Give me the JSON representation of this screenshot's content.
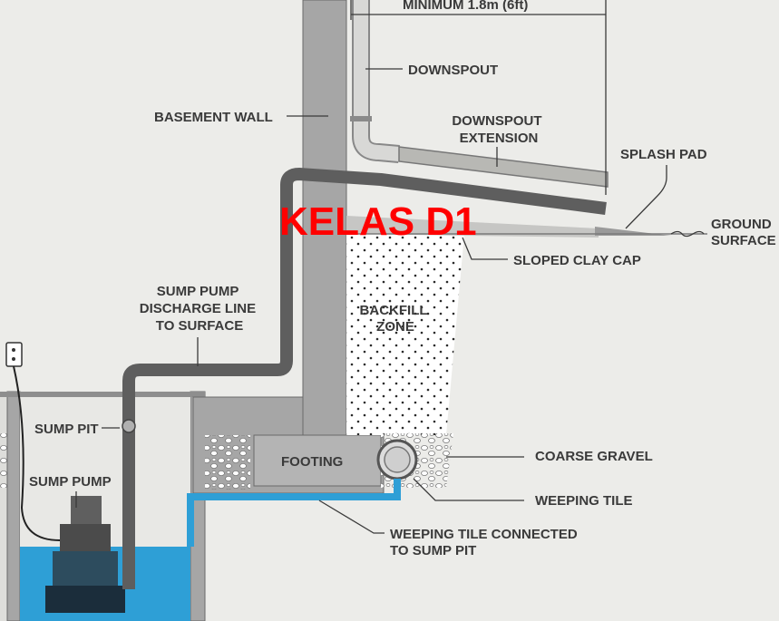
{
  "overlay_text": "KELAS D1",
  "labels": {
    "minimum": "MINIMUM 1.8m (6ft)",
    "downspout": "DOWNSPOUT",
    "basement_wall": "BASEMENT WALL",
    "downspout_extension": [
      "DOWNSPOUT",
      "EXTENSION"
    ],
    "splash_pad": "SPLASH PAD",
    "ground_surface": [
      "GROUND",
      "SURFACE"
    ],
    "sloped_clay_cap": "SLOPED CLAY CAP",
    "backfill_zone": [
      "BACKFILL",
      "ZONE"
    ],
    "discharge_line": [
      "SUMP PUMP",
      "DISCHARGE LINE",
      "TO SURFACE"
    ],
    "sump_pit": "SUMP PIT",
    "sump_pump": "SUMP PUMP",
    "footing": "FOOTING",
    "coarse_gravel": "COARSE GRAVEL",
    "weeping_tile": "WEEPING TILE",
    "weeping_tile_connected": [
      "WEEPING TILE CONNECTED",
      "TO SUMP PIT"
    ]
  },
  "colors": {
    "background": "#ecece9",
    "wall": "#a6a6a6",
    "pipe": "#5e5e5e",
    "water": "#2e9fd6",
    "overlay": "#ff0000"
  }
}
